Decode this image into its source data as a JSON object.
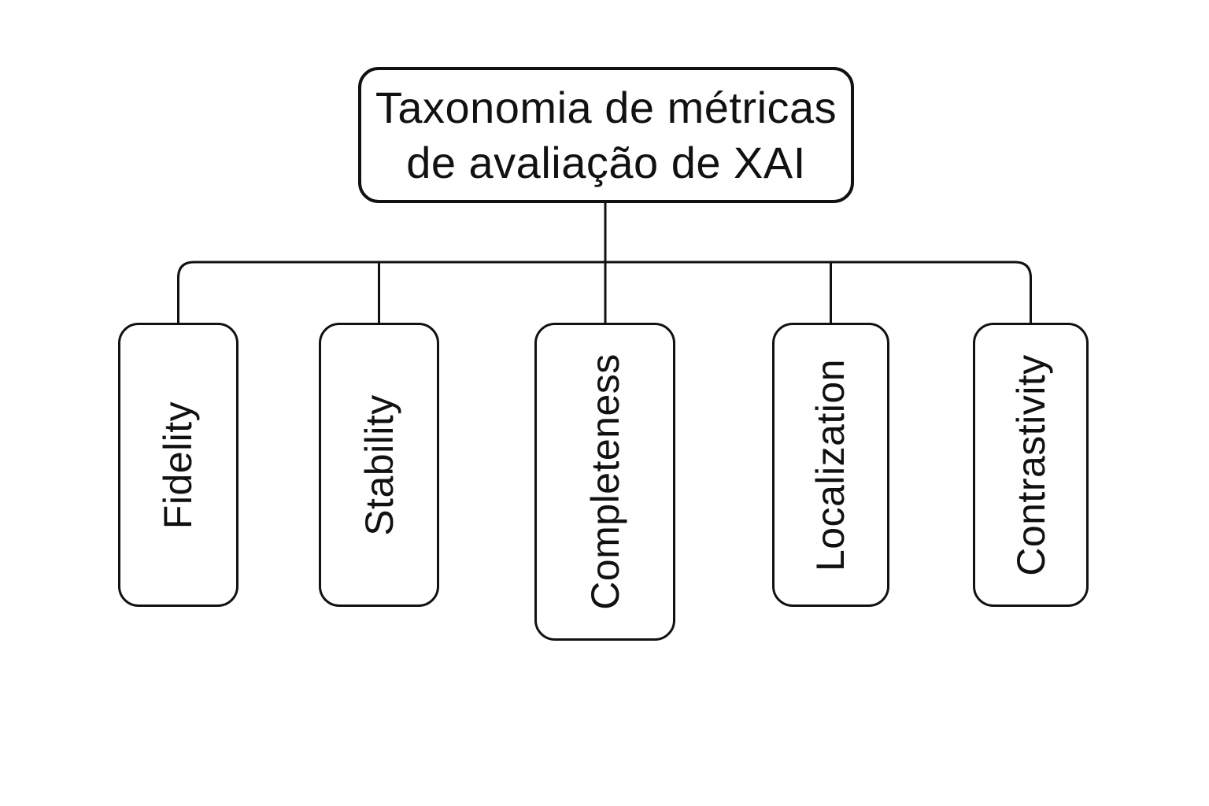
{
  "diagram": {
    "root": {
      "label_lines": [
        "Taxonomia de métricas",
        "de avaliação de XAI"
      ],
      "label_full": "Taxonomia de métricas de avaliação de XAI"
    },
    "children": [
      {
        "id": "fidelity",
        "label": "Fidelity"
      },
      {
        "id": "stability",
        "label": "Stability"
      },
      {
        "id": "completeness",
        "label": "Completeness"
      },
      {
        "id": "localization",
        "label": "Localization"
      },
      {
        "id": "contrastivity",
        "label": "Contrastivity"
      }
    ],
    "colors": {
      "stroke": "#111111",
      "background": "#ffffff",
      "text": "#111111"
    }
  }
}
